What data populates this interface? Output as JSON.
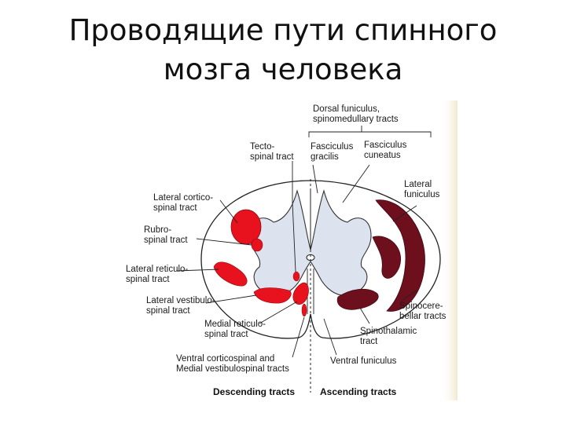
{
  "title": {
    "line1": "Проводящие пути спинного",
    "line2": "мозга человека"
  },
  "labels": {
    "dorsal_funiculus": [
      "Dorsal funiculus,",
      "spinomedullary tracts"
    ],
    "tectospinal": [
      "Tecto-",
      "spinal tract"
    ],
    "fasciculus_gracilis": [
      "Fasciculus",
      "gracilis"
    ],
    "fasciculus_cuneatus": [
      "Fasciculus",
      "cuneatus"
    ],
    "lateral_funiculus": [
      "Lateral",
      "funiculus"
    ],
    "lateral_corticospinal": [
      "Lateral cortico-",
      "spinal tract"
    ],
    "rubrospinal": [
      "Rubro-",
      "spinal tract"
    ],
    "lateral_reticulospinal": [
      "Lateral reticulo-",
      "spinal tract"
    ],
    "lateral_vestibulospinal": [
      "Lateral vestibulo-",
      "spinal tract"
    ],
    "medial_reticulospinal": [
      "Medial reticulo-",
      "spinal tract"
    ],
    "ventral_corticospinal": [
      "Ventral corticospinal and",
      "Medial vestibulospinal tracts"
    ],
    "spinocerebellar": [
      "Spinocere-",
      "bellar tracts"
    ],
    "spinothalamic": [
      "Spinothalamic",
      "tract"
    ],
    "ventral_funiculus": "Ventral funiculus",
    "descending": "Descending tracts",
    "ascending": "Ascending tracts"
  },
  "colors": {
    "descending_red": "#e8121e",
    "ascending_dark": "#6e0f1e",
    "grey_matter": "#dde3ee",
    "outline": "#222222"
  }
}
